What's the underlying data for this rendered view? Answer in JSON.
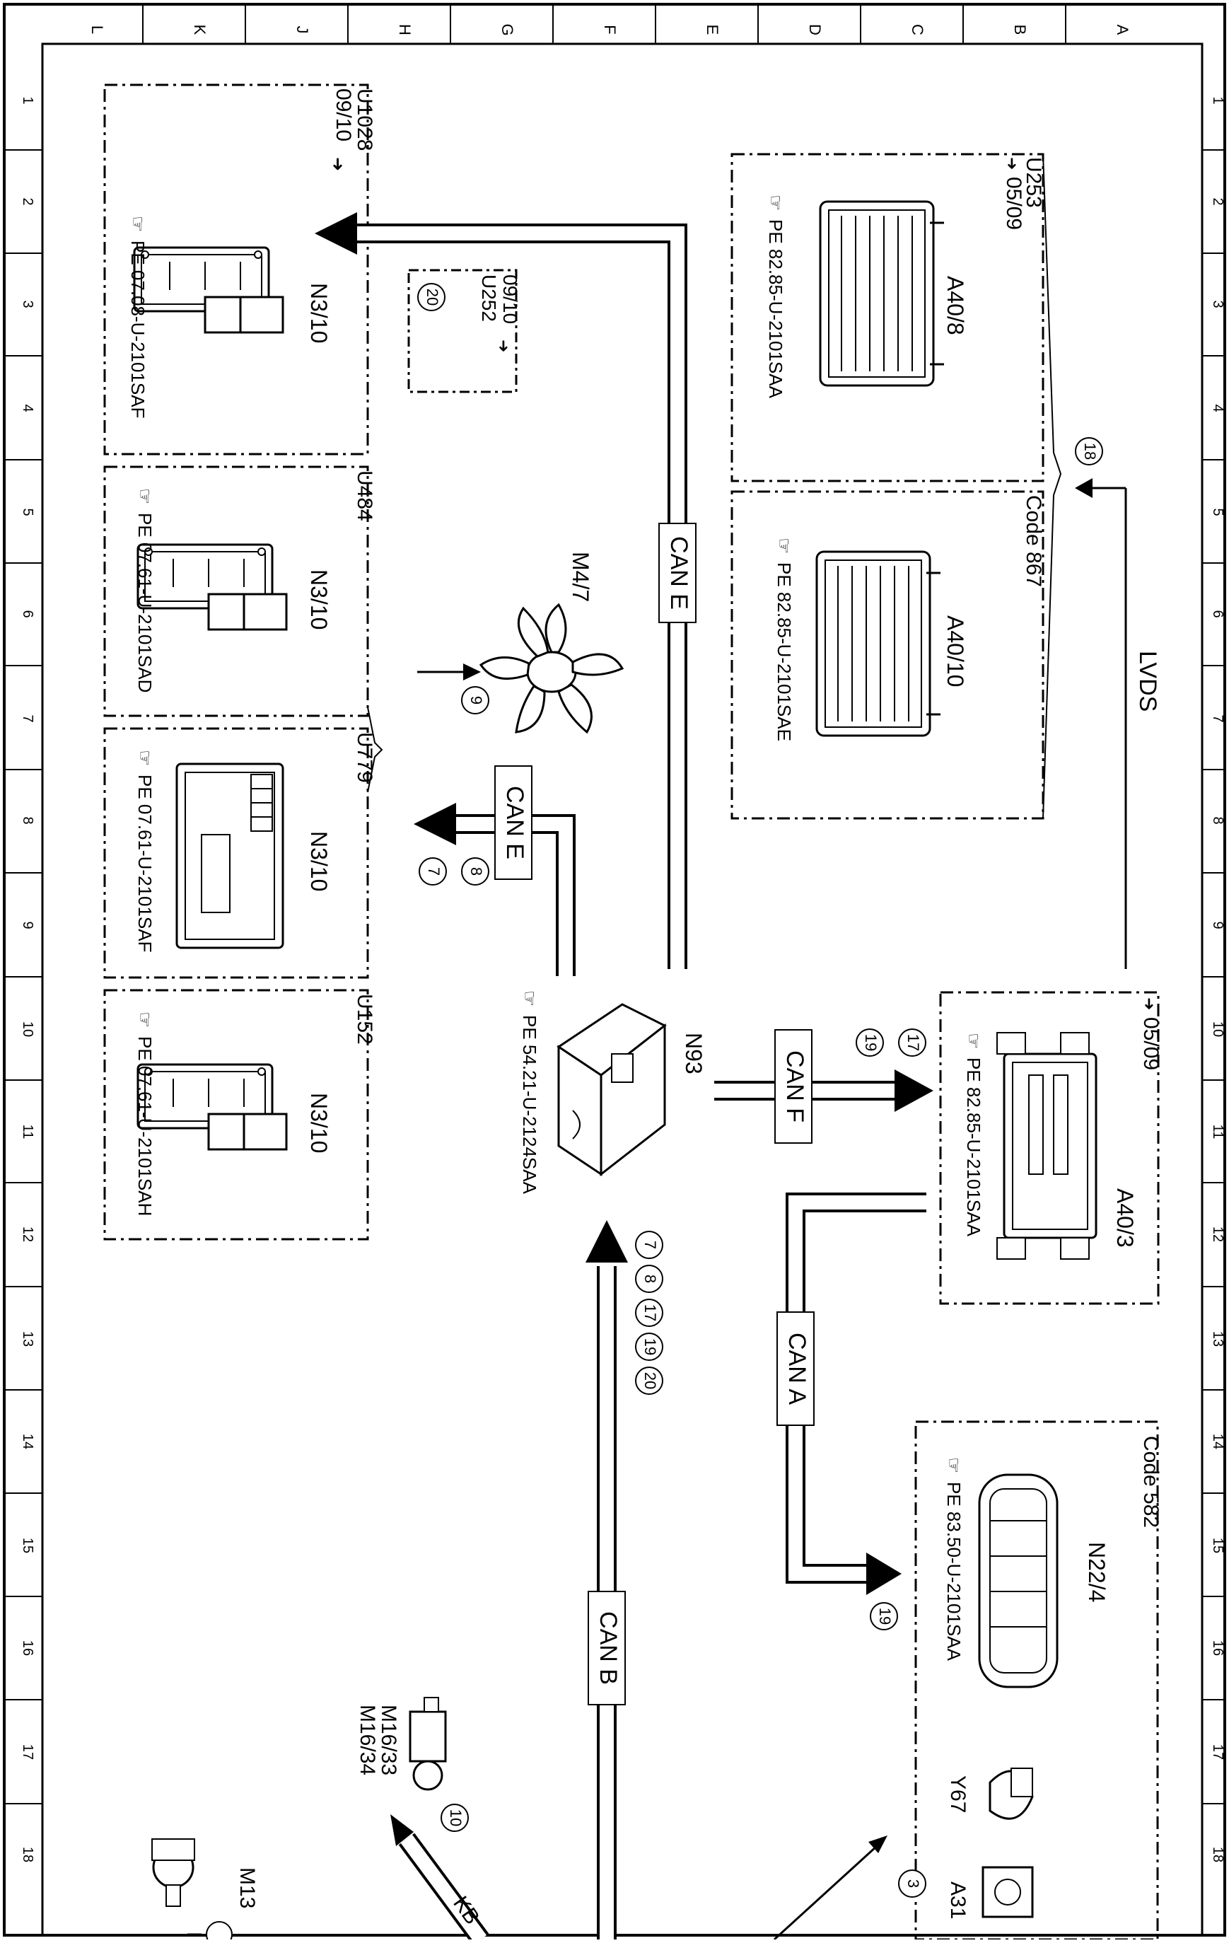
{
  "frame": {
    "top_letters": [
      "L",
      "K",
      "J",
      "H",
      "G",
      "F",
      "E",
      "D",
      "C",
      "B",
      "A"
    ],
    "side_numbers": [
      "1",
      "2",
      "3",
      "4",
      "5",
      "6",
      "7",
      "8",
      "9",
      "10",
      "11",
      "12",
      "13",
      "14",
      "15",
      "16",
      "17",
      "18"
    ]
  },
  "blocks": {
    "u1028": {
      "tag": "U1028",
      "range": "09/10",
      "component": "N3/10",
      "ref": "PE 07.08-U-2101SAF"
    },
    "u484": {
      "tag": "U484",
      "component": "N3/10",
      "ref": "PE 07.61-U-2101SAD"
    },
    "u779": {
      "tag": "U779",
      "component": "N3/10",
      "ref": "PE 07.61-U-2101SAF"
    },
    "u152": {
      "tag": "U152",
      "component": "N3/10",
      "ref": "PE 07.61-U-2101SAH"
    },
    "u252": {
      "range": "09/10",
      "tag": "U252",
      "circle": "20"
    },
    "u253": {
      "tag": "U253",
      "range": "05/09",
      "component": "A40/8",
      "ref": "PE 82.85-U-2101SAA"
    },
    "code867": {
      "tag": "Code 867",
      "component": "A40/10",
      "ref": "PE 82.85-U-2101SAE"
    },
    "a40_3": {
      "range": "05/09",
      "component": "A40/3",
      "ref": "PE 82.85-U-2101SAA"
    },
    "code582": {
      "tag": "Code 582",
      "component": "N22/4",
      "ref": "PE 83.50-U-2101SAA",
      "y67": "Y67",
      "a31": "A31"
    }
  },
  "labels": {
    "m4_7": "M4/7",
    "n93": "N93",
    "n93_ref": "PE 54.21-U-2124SAA",
    "m16_33": "M16/33",
    "m16_34": "M16/34",
    "m13": "M13",
    "lvds": "LVDS"
  },
  "buses": {
    "can_e_main": "CAN E",
    "can_e_branch": "CAN E",
    "can_f": "CAN F",
    "can_a": "CAN A",
    "can_b": "CAN B",
    "kb": "KB"
  },
  "circles": {
    "c18": "18",
    "c9": "9",
    "c8": "8",
    "c7": "7",
    "c17": "17",
    "c19a": "19",
    "c19b": "19",
    "c10": "10",
    "c3": "3",
    "canb_list": [
      "7",
      "8",
      "17",
      "19",
      "20"
    ]
  }
}
